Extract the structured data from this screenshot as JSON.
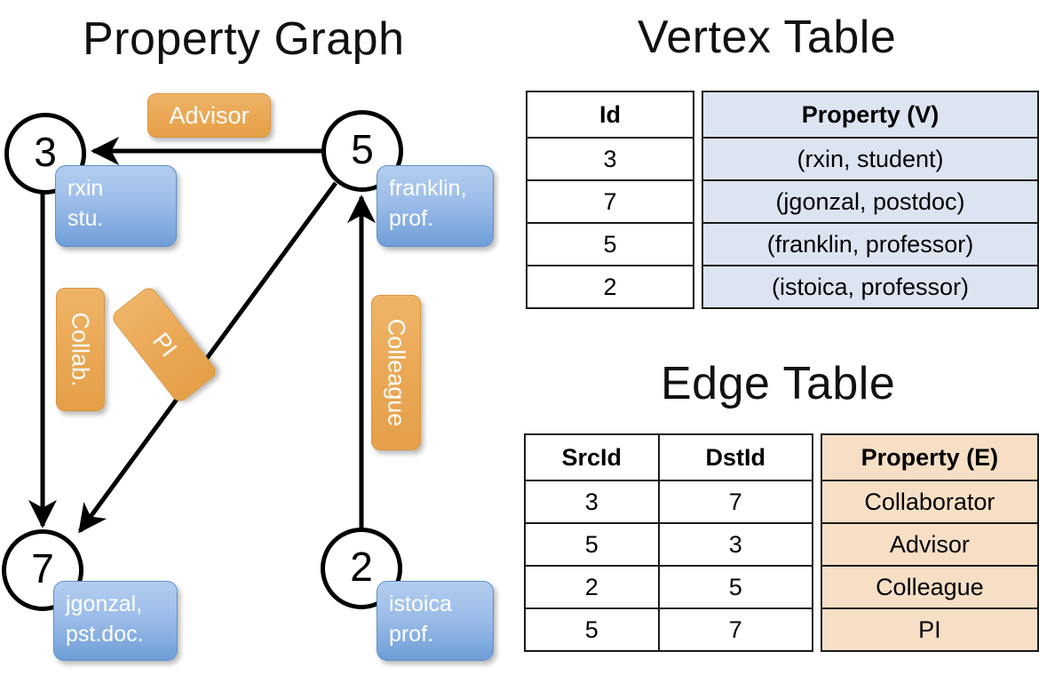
{
  "titles": {
    "property_graph": "Property Graph",
    "vertex_table": "Vertex Table",
    "edge_table": "Edge Table"
  },
  "graph": {
    "nodes": [
      {
        "id": "3",
        "property_line1": "rxin",
        "property_line2": "stu."
      },
      {
        "id": "5",
        "property_line1": "franklin,",
        "property_line2": "prof."
      },
      {
        "id": "7",
        "property_line1": "jgonzal,",
        "property_line2": "pst.doc."
      },
      {
        "id": "2",
        "property_line1": "istoica",
        "property_line2": "prof."
      }
    ],
    "edge_labels": [
      {
        "name": "advisor",
        "text": "Advisor"
      },
      {
        "name": "collab",
        "text": "Collab."
      },
      {
        "name": "pi",
        "text": "PI"
      },
      {
        "name": "colleague",
        "text": "Colleague"
      }
    ],
    "edges": [
      {
        "from": "5",
        "to": "3",
        "label": "Advisor"
      },
      {
        "from": "3",
        "to": "7",
        "label": "Collab."
      },
      {
        "from": "5",
        "to": "7",
        "label": "PI"
      },
      {
        "from": "2",
        "to": "5",
        "label": "Colleague"
      }
    ]
  },
  "vertex_table": {
    "headers": [
      "Id",
      "Property (V)"
    ],
    "rows": [
      [
        "3",
        "(rxin, student)"
      ],
      [
        "7",
        "(jgonzal, postdoc)"
      ],
      [
        "5",
        "(franklin, professor)"
      ],
      [
        "2",
        "(istoica, professor)"
      ]
    ]
  },
  "edge_table": {
    "headers": [
      "SrcId",
      "DstId",
      "Property (E)"
    ],
    "rows": [
      [
        "3",
        "7",
        "Collaborator"
      ],
      [
        "5",
        "3",
        "Advisor"
      ],
      [
        "2",
        "5",
        "Colleague"
      ],
      [
        "5",
        "7",
        "PI"
      ]
    ]
  },
  "colors": {
    "vertex_property_column": "#dce4f2",
    "edge_property_column": "#f7dfc5",
    "node_property_box": "#88aee0",
    "edge_label_box": "#eaa855",
    "stroke": "#000000"
  }
}
